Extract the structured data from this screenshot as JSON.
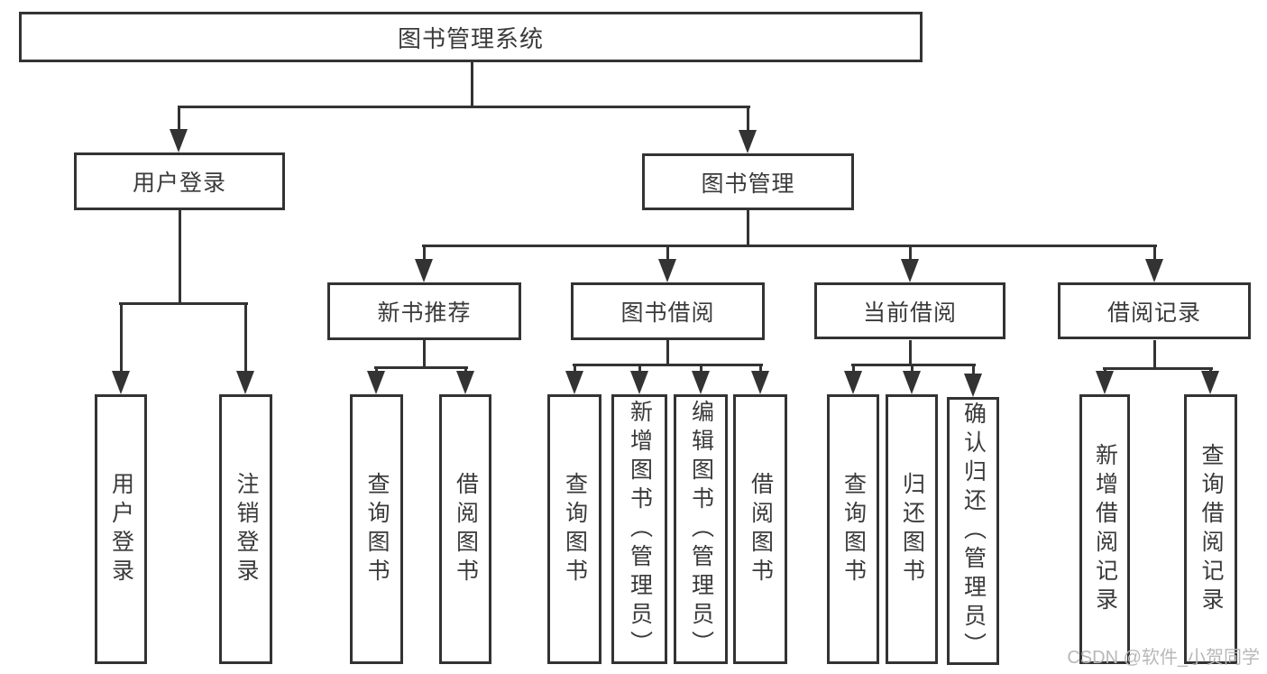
{
  "diagram": {
    "watermark": "CSDN @软件_小贺同学",
    "colors": {
      "line": "#333333",
      "text": "#3a3a3a",
      "background": "#ffffff",
      "watermark": "#b8b8b8"
    },
    "tree": {
      "root": {
        "label": "图书管理系统"
      },
      "branches": [
        {
          "label": "用户登录",
          "children": [
            {
              "label": "用户登录"
            },
            {
              "label": "注销登录"
            }
          ]
        },
        {
          "label": "图书管理",
          "children": [
            {
              "label": "新书推荐",
              "children": [
                {
                  "label": "查询图书"
                },
                {
                  "label": "借阅图书"
                }
              ]
            },
            {
              "label": "图书借阅",
              "children": [
                {
                  "label": "查询图书"
                },
                {
                  "label": "新增图书（管理员）"
                },
                {
                  "label": "编辑图书（管理员）"
                },
                {
                  "label": "借阅图书"
                }
              ]
            },
            {
              "label": "当前借阅",
              "children": [
                {
                  "label": "查询图书"
                },
                {
                  "label": "归还图书"
                },
                {
                  "label": "确认归还（管理员）"
                }
              ]
            },
            {
              "label": "借阅记录",
              "children": [
                {
                  "label": "新增借阅记录"
                },
                {
                  "label": "查询借阅记录"
                }
              ]
            }
          ]
        }
      ]
    }
  }
}
